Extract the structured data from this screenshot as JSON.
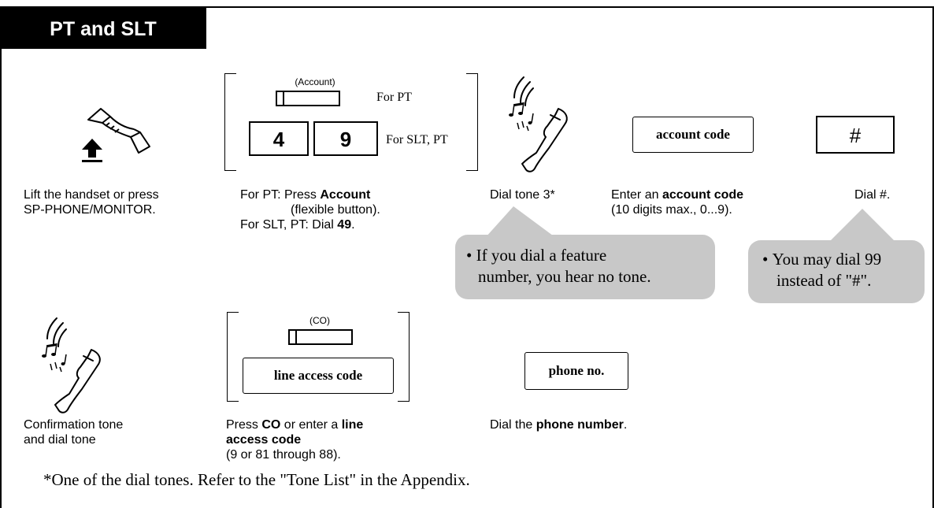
{
  "header": {
    "tab_label": "PT and SLT"
  },
  "row1": {
    "lift_handset": {
      "label_line1": "Lift the handset or press",
      "label_line2": "SP-PHONE/MONITOR."
    },
    "account_selector": {
      "flex_button_label": "(Account)",
      "for_pt": "For PT",
      "key1": "4",
      "key2": "9",
      "for_slt_pt": "For SLT, PT",
      "caption_line1_pre": "For PT: Press ",
      "caption_line1_bold": "Account",
      "caption_line2": "(flexible button).",
      "caption_line3_pre": "For SLT, PT: Dial ",
      "caption_line3_bold": "49",
      "caption_line3_post": "."
    },
    "dial_tone": {
      "label": "Dial tone 3*"
    },
    "account_code": {
      "key_label": "account code",
      "caption_pre": "Enter an ",
      "caption_bold": "account code",
      "caption_line2": "(10 digits max., 0...9)."
    },
    "hash": {
      "key_label": "#",
      "caption": "Dial #."
    }
  },
  "notes": {
    "note1_line1": "If you dial a feature",
    "note1_line2": "number, you hear no tone.",
    "note2_line1": "You may dial 99",
    "note2_line2": "instead of \"#\"."
  },
  "row2": {
    "confirmation": {
      "label_line1": "Confirmation tone",
      "label_line2": "and dial tone"
    },
    "co_selector": {
      "flex_button_label": "(CO)",
      "key_label": "line access code",
      "caption_l1_pre": "Press ",
      "caption_l1_bold1": "CO",
      "caption_l1_mid": " or enter a ",
      "caption_l1_bold2": "line",
      "caption_l2_bold": "access code",
      "caption_l3": "(9 or 81 through 88)."
    },
    "phone_no": {
      "key_label": "phone no.",
      "caption_pre": "Dial the ",
      "caption_bold": "phone number",
      "caption_post": "."
    }
  },
  "footnote": "*One of the dial tones. Refer to the \"Tone List\" in the Appendix.",
  "colors": {
    "bubble": "#c8c8c8",
    "tab_bg": "#000000",
    "tab_text": "#ffffff"
  },
  "icons": [
    "handset-lift-icon",
    "phone-ringing-icon",
    "flexible-button-icon"
  ]
}
